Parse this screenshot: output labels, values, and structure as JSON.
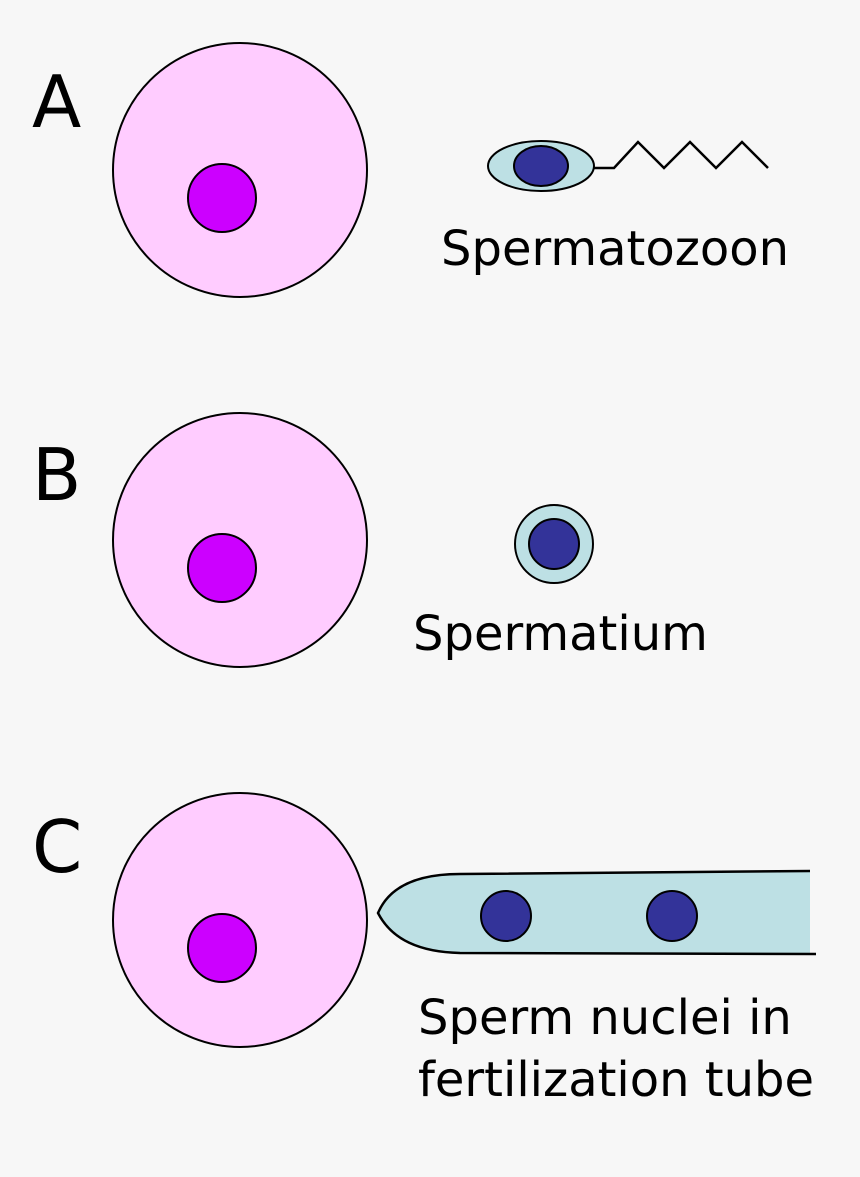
{
  "colors": {
    "background": "#f7f7f7",
    "egg_fill": "#ffccff",
    "egg_nucleus_fill": "#cc00ff",
    "sperm_cytoplasm_fill": "#bde0e4",
    "sperm_nucleus_fill": "#333399"
  },
  "panels": [
    {
      "letter": "A",
      "caption_lines": [
        "Spermatozoon"
      ]
    },
    {
      "letter": "B",
      "caption_lines": [
        "Spermatium"
      ]
    },
    {
      "letter": "C",
      "caption_lines": [
        "Sperm nuclei in",
        "fertilization tube"
      ]
    }
  ]
}
